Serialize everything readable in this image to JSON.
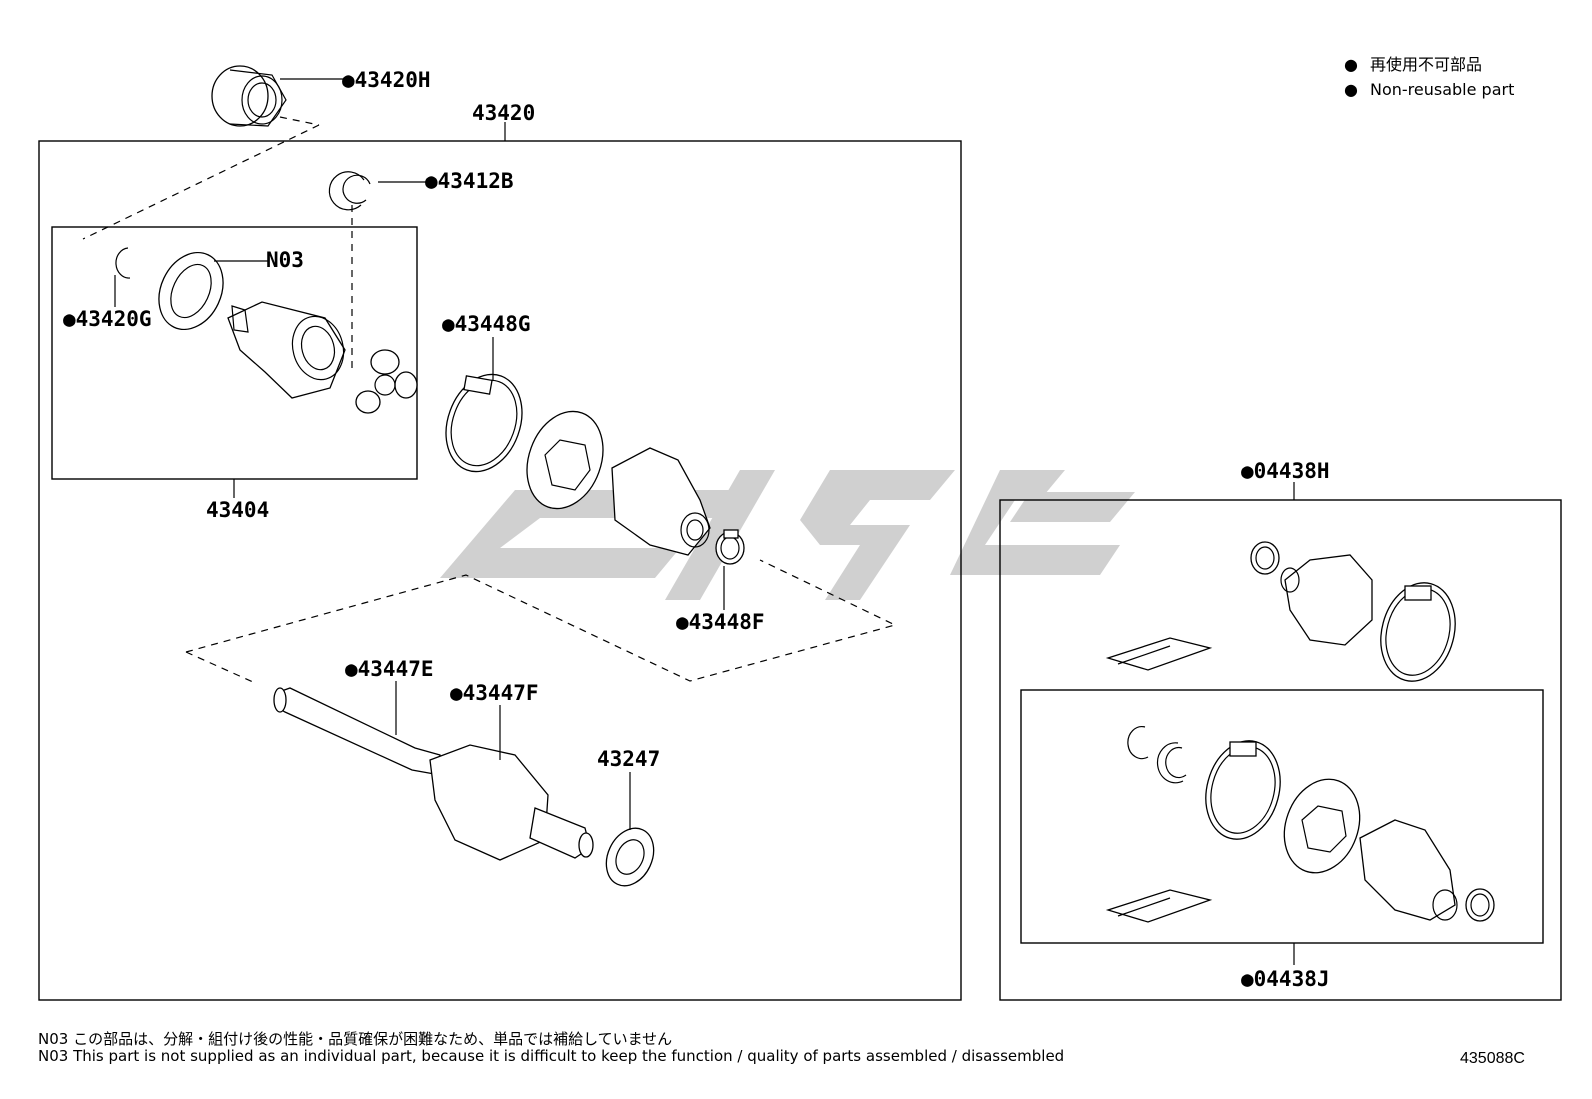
{
  "legend": {
    "items": [
      {
        "symbol": "●",
        "text": "再使用不可部品"
      },
      {
        "symbol": "●",
        "text": "Non-reusable part"
      }
    ]
  },
  "callouts": {
    "c43420H": "●43420H",
    "c43420": "43420",
    "c43412B": "●43412B",
    "cN03": "N03",
    "c43420G": "●43420G",
    "c43448G": "●43448G",
    "c43404": "43404",
    "c43448F": "●43448F",
    "c43447E": "●43447E",
    "c43447F": "●43447F",
    "c43247": "43247",
    "c04438H": "●04438H",
    "c04438J": "●04438J"
  },
  "notes": {
    "jp": "N03 この部品は、分解・組付け後の性能・品質確保が困難なため、単品では補給していません",
    "en": "N03 This part is not supplied as an individual part, because it is difficult to keep the function / quality of parts assembled / disassembled"
  },
  "drawing_number": "435088C",
  "colors": {
    "line": "#000000",
    "watermark": "#c8c8c8",
    "background": "#ffffff"
  }
}
